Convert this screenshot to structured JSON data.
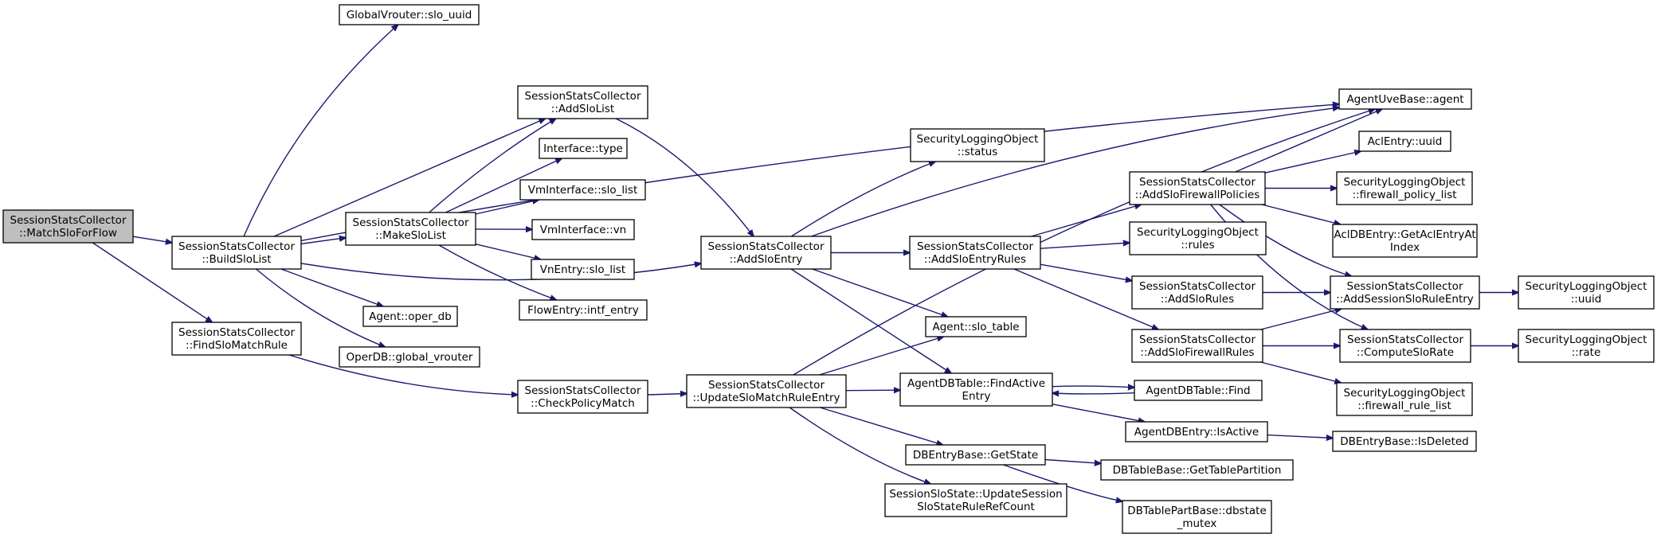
{
  "diagram": {
    "root": "match_slo_for_flow",
    "colors": {
      "edge": "#191970",
      "root_fill": "#bfbfbf",
      "node_fill": "#ffffff",
      "node_border": "#000000"
    },
    "nodes": [
      {
        "id": "match_slo_for_flow",
        "lines": [
          "SessionStatsCollector",
          "::MatchSloForFlow"
        ]
      },
      {
        "id": "build_slo_list",
        "lines": [
          "SessionStatsCollector",
          "::BuildSloList"
        ]
      },
      {
        "id": "find_slo_match_rule",
        "lines": [
          "SessionStatsCollector",
          "::FindSloMatchRule"
        ]
      },
      {
        "id": "global_vrouter_slo_uuid",
        "lines": [
          "GlobalVrouter::slo_uuid"
        ]
      },
      {
        "id": "make_slo_list",
        "lines": [
          "SessionStatsCollector",
          "::MakeSloList"
        ]
      },
      {
        "id": "agent_oper_db",
        "lines": [
          "Agent::oper_db"
        ]
      },
      {
        "id": "operdb_global_vrouter",
        "lines": [
          "OperDB::global_vrouter"
        ]
      },
      {
        "id": "add_slo_list",
        "lines": [
          "SessionStatsCollector",
          "::AddSloList"
        ]
      },
      {
        "id": "interface_type",
        "lines": [
          "Interface::type"
        ]
      },
      {
        "id": "vminterface_slo_list",
        "lines": [
          "VmInterface::slo_list"
        ]
      },
      {
        "id": "vminterface_vn",
        "lines": [
          "VmInterface::vn"
        ]
      },
      {
        "id": "vnentry_slo_list",
        "lines": [
          "VnEntry::slo_list"
        ]
      },
      {
        "id": "flowentry_intf_entry",
        "lines": [
          "FlowEntry::intf_entry"
        ]
      },
      {
        "id": "check_policy_match",
        "lines": [
          "SessionStatsCollector",
          "::CheckPolicyMatch"
        ]
      },
      {
        "id": "add_slo_entry",
        "lines": [
          "SessionStatsCollector",
          "::AddSloEntry"
        ]
      },
      {
        "id": "update_slo_match_rule_entry",
        "lines": [
          "SessionStatsCollector",
          "::UpdateSloMatchRuleEntry"
        ]
      },
      {
        "id": "security_logging_status",
        "lines": [
          "SecurityLoggingObject",
          "::status"
        ]
      },
      {
        "id": "add_slo_entry_rules",
        "lines": [
          "SessionStatsCollector",
          "::AddSloEntryRules"
        ]
      },
      {
        "id": "agent_slo_table",
        "lines": [
          "Agent::slo_table"
        ]
      },
      {
        "id": "agentdbtable_find_active_entry",
        "lines": [
          "AgentDBTable::FindActive",
          "Entry"
        ]
      },
      {
        "id": "dbentrybase_get_state",
        "lines": [
          "DBEntryBase::GetState"
        ]
      },
      {
        "id": "session_slo_state_update",
        "lines": [
          "SessionSloState::UpdateSession",
          "SloStateRuleRefCount"
        ]
      },
      {
        "id": "add_slo_firewall_policies",
        "lines": [
          "SessionStatsCollector",
          "::AddSloFirewallPolicies"
        ]
      },
      {
        "id": "security_logging_rules",
        "lines": [
          "SecurityLoggingObject",
          "::rules"
        ]
      },
      {
        "id": "add_slo_rules",
        "lines": [
          "SessionStatsCollector",
          "::AddSloRules"
        ]
      },
      {
        "id": "add_slo_firewall_rules",
        "lines": [
          "SessionStatsCollector",
          "::AddSloFirewallRules"
        ]
      },
      {
        "id": "agentdbtable_find",
        "lines": [
          "AgentDBTable::Find"
        ]
      },
      {
        "id": "agentdbentry_is_active",
        "lines": [
          "AgentDBEntry::IsActive"
        ]
      },
      {
        "id": "dbtablebase_get_table_partition",
        "lines": [
          "DBTableBase::GetTablePartition"
        ]
      },
      {
        "id": "dbtablepartbase_dbstate_mutex",
        "lines": [
          "DBTablePartBase::dbstate",
          "_mutex"
        ]
      },
      {
        "id": "agentuvebase_agent",
        "lines": [
          "AgentUveBase::agent"
        ]
      },
      {
        "id": "aclentry_uuid",
        "lines": [
          "AclEntry::uuid"
        ]
      },
      {
        "id": "security_logging_firewall_policy_list",
        "lines": [
          "SecurityLoggingObject",
          "::firewall_policy_list"
        ]
      },
      {
        "id": "acldbentry_get_acl_entry_at_index",
        "lines": [
          "AclDBEntry::GetAclEntryAt",
          "Index"
        ]
      },
      {
        "id": "add_session_slo_rule_entry",
        "lines": [
          "SessionStatsCollector",
          "::AddSessionSloRuleEntry"
        ]
      },
      {
        "id": "compute_slo_rate",
        "lines": [
          "SessionStatsCollector",
          "::ComputeSloRate"
        ]
      },
      {
        "id": "security_logging_firewall_rule_list",
        "lines": [
          "SecurityLoggingObject",
          "::firewall_rule_list"
        ]
      },
      {
        "id": "dbentrybase_is_deleted",
        "lines": [
          "DBEntryBase::IsDeleted"
        ]
      },
      {
        "id": "security_logging_uuid",
        "lines": [
          "SecurityLoggingObject",
          "::uuid"
        ]
      },
      {
        "id": "security_logging_rate",
        "lines": [
          "SecurityLoggingObject",
          "::rate"
        ]
      }
    ],
    "edges": [
      [
        "match_slo_for_flow",
        "build_slo_list"
      ],
      [
        "match_slo_for_flow",
        "find_slo_match_rule"
      ],
      [
        "build_slo_list",
        "global_vrouter_slo_uuid"
      ],
      [
        "build_slo_list",
        "agentuvebase_agent"
      ],
      [
        "build_slo_list",
        "add_slo_list"
      ],
      [
        "build_slo_list",
        "make_slo_list"
      ],
      [
        "build_slo_list",
        "agent_oper_db"
      ],
      [
        "build_slo_list",
        "operdb_global_vrouter"
      ],
      [
        "build_slo_list",
        "add_slo_entry"
      ],
      [
        "make_slo_list",
        "add_slo_list"
      ],
      [
        "make_slo_list",
        "interface_type"
      ],
      [
        "make_slo_list",
        "vminterface_slo_list"
      ],
      [
        "make_slo_list",
        "vminterface_vn"
      ],
      [
        "make_slo_list",
        "vnentry_slo_list"
      ],
      [
        "make_slo_list",
        "flowentry_intf_entry"
      ],
      [
        "add_slo_list",
        "add_slo_entry"
      ],
      [
        "find_slo_match_rule",
        "check_policy_match"
      ],
      [
        "check_policy_match",
        "update_slo_match_rule_entry"
      ],
      [
        "add_slo_entry",
        "agentuvebase_agent"
      ],
      [
        "add_slo_entry",
        "security_logging_status"
      ],
      [
        "add_slo_entry",
        "add_slo_entry_rules"
      ],
      [
        "add_slo_entry",
        "agent_slo_table"
      ],
      [
        "add_slo_entry",
        "agentdbtable_find_active_entry"
      ],
      [
        "update_slo_match_rule_entry",
        "agentuvebase_agent"
      ],
      [
        "update_slo_match_rule_entry",
        "agent_slo_table"
      ],
      [
        "update_slo_match_rule_entry",
        "agentdbtable_find_active_entry"
      ],
      [
        "update_slo_match_rule_entry",
        "dbentrybase_get_state"
      ],
      [
        "update_slo_match_rule_entry",
        "session_slo_state_update"
      ],
      [
        "add_slo_entry_rules",
        "add_slo_firewall_policies"
      ],
      [
        "add_slo_entry_rules",
        "security_logging_rules"
      ],
      [
        "add_slo_entry_rules",
        "add_slo_rules"
      ],
      [
        "add_slo_entry_rules",
        "add_slo_firewall_rules"
      ],
      [
        "agentdbtable_find_active_entry",
        "agentdbtable_find"
      ],
      [
        "agentdbtable_find_active_entry",
        "agentdbentry_is_active"
      ],
      [
        "agentdbtable_find",
        "agentdbtable_find_active_entry"
      ],
      [
        "dbentrybase_get_state",
        "dbtablebase_get_table_partition"
      ],
      [
        "dbentrybase_get_state",
        "dbtablepartbase_dbstate_mutex"
      ],
      [
        "agentdbentry_is_active",
        "dbentrybase_is_deleted"
      ],
      [
        "add_slo_firewall_policies",
        "agentuvebase_agent"
      ],
      [
        "add_slo_firewall_policies",
        "aclentry_uuid"
      ],
      [
        "add_slo_firewall_policies",
        "security_logging_firewall_policy_list"
      ],
      [
        "add_slo_firewall_policies",
        "acldbentry_get_acl_entry_at_index"
      ],
      [
        "add_slo_firewall_policies",
        "add_session_slo_rule_entry"
      ],
      [
        "add_slo_firewall_policies",
        "compute_slo_rate"
      ],
      [
        "add_slo_rules",
        "add_session_slo_rule_entry"
      ],
      [
        "add_slo_firewall_rules",
        "add_session_slo_rule_entry"
      ],
      [
        "add_slo_firewall_rules",
        "compute_slo_rate"
      ],
      [
        "add_slo_firewall_rules",
        "security_logging_firewall_rule_list"
      ],
      [
        "add_session_slo_rule_entry",
        "security_logging_uuid"
      ],
      [
        "compute_slo_rate",
        "security_logging_rate"
      ]
    ]
  }
}
